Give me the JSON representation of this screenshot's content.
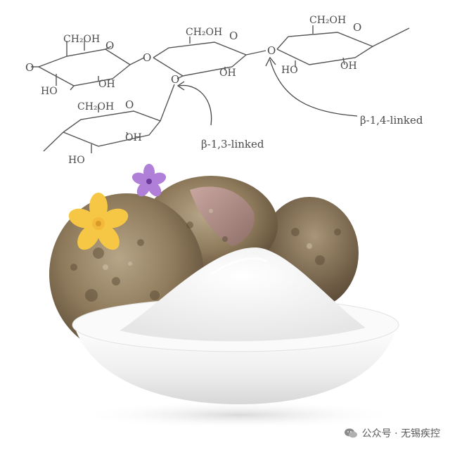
{
  "diagram": {
    "labels": {
      "o_left": "O",
      "u1_ch2oh": "CH₂OH",
      "u1_ring_o": "O",
      "u1_ho": "HO",
      "u1_oh": "OH",
      "g12_o": "O",
      "u2_ch2oh": "CH₂OH",
      "u2_ring_o": "O",
      "u2_oh": "OH",
      "u2_o13": "O",
      "g23_o": "O",
      "u3_ch2oh": "CH₂OH",
      "u3_ring_o": "O",
      "u3_ho": "HO",
      "u3_oh": "OH",
      "u4_ch2oh": "CH₂OH",
      "u4_ring_o": "O",
      "u4_oh": "OH",
      "u4_ho": "HO"
    },
    "annotations": {
      "beta13": "β-1,3-linked",
      "beta14": "β-1,4-linked"
    }
  },
  "watermark": {
    "text": "公众号 · 无锡疾控"
  },
  "colors": {
    "line": "#555555",
    "yellow_flower": "#f6c744",
    "purple_flower": "#b07fd8",
    "tuber": "#8a7658",
    "powder": "#f3f3f3"
  }
}
